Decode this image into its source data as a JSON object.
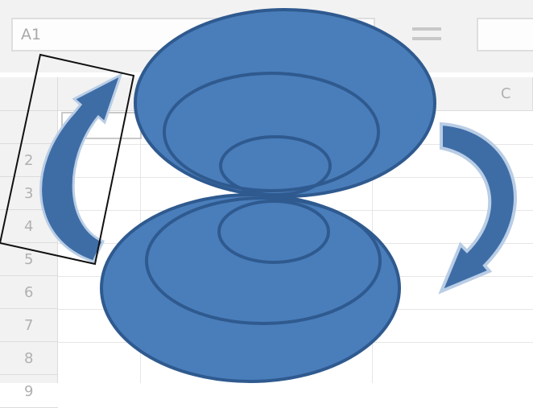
{
  "spreadsheet": {
    "name_box": "A1",
    "formula_value": "",
    "columns": [
      "C"
    ],
    "rows": [
      "2",
      "3",
      "4",
      "5",
      "6",
      "7",
      "8",
      "9"
    ]
  },
  "colors": {
    "shape_fill": "#4a7ebb",
    "shape_stroke": "#2f5a8f",
    "arrow_right_fill": "#3e6da6",
    "arrow_right_stroke": "#b9cde5"
  }
}
